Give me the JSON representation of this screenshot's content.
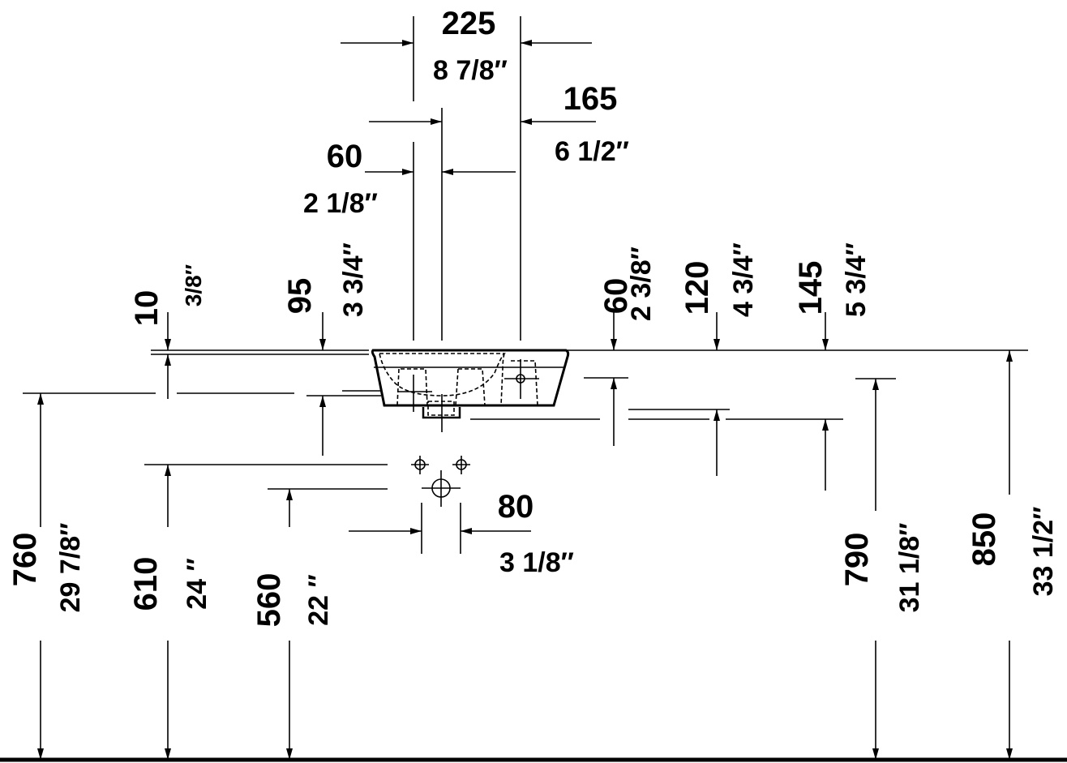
{
  "drawing": {
    "horizontal_dims": {
      "width_225": {
        "mm": "225",
        "inch": "8 7/8″"
      },
      "offset_165": {
        "mm": "165",
        "inch": "6 1/2″"
      },
      "offset_60": {
        "mm": "60",
        "inch": "2 1/8″"
      },
      "spacing_80": {
        "mm": "80",
        "inch": "3 1/8″"
      }
    },
    "vertical_dims": {
      "d10": {
        "mm": "10",
        "inch": "3/8″"
      },
      "d95": {
        "mm": "95",
        "inch": "3 3/4″"
      },
      "d60": {
        "mm": "60",
        "inch": "2 3/8″"
      },
      "d120": {
        "mm": "120",
        "inch": "4 3/4″"
      },
      "d145": {
        "mm": "145",
        "inch": "5 3/4″"
      },
      "h760": {
        "mm": "760",
        "inch": "29 7/8″"
      },
      "h610": {
        "mm": "610",
        "inch": "24 ″"
      },
      "h560": {
        "mm": "560",
        "inch": "22 ″"
      },
      "h790": {
        "mm": "790",
        "inch": "31 1/8″"
      },
      "h850": {
        "mm": "850",
        "inch": "33 1/2″"
      }
    }
  }
}
